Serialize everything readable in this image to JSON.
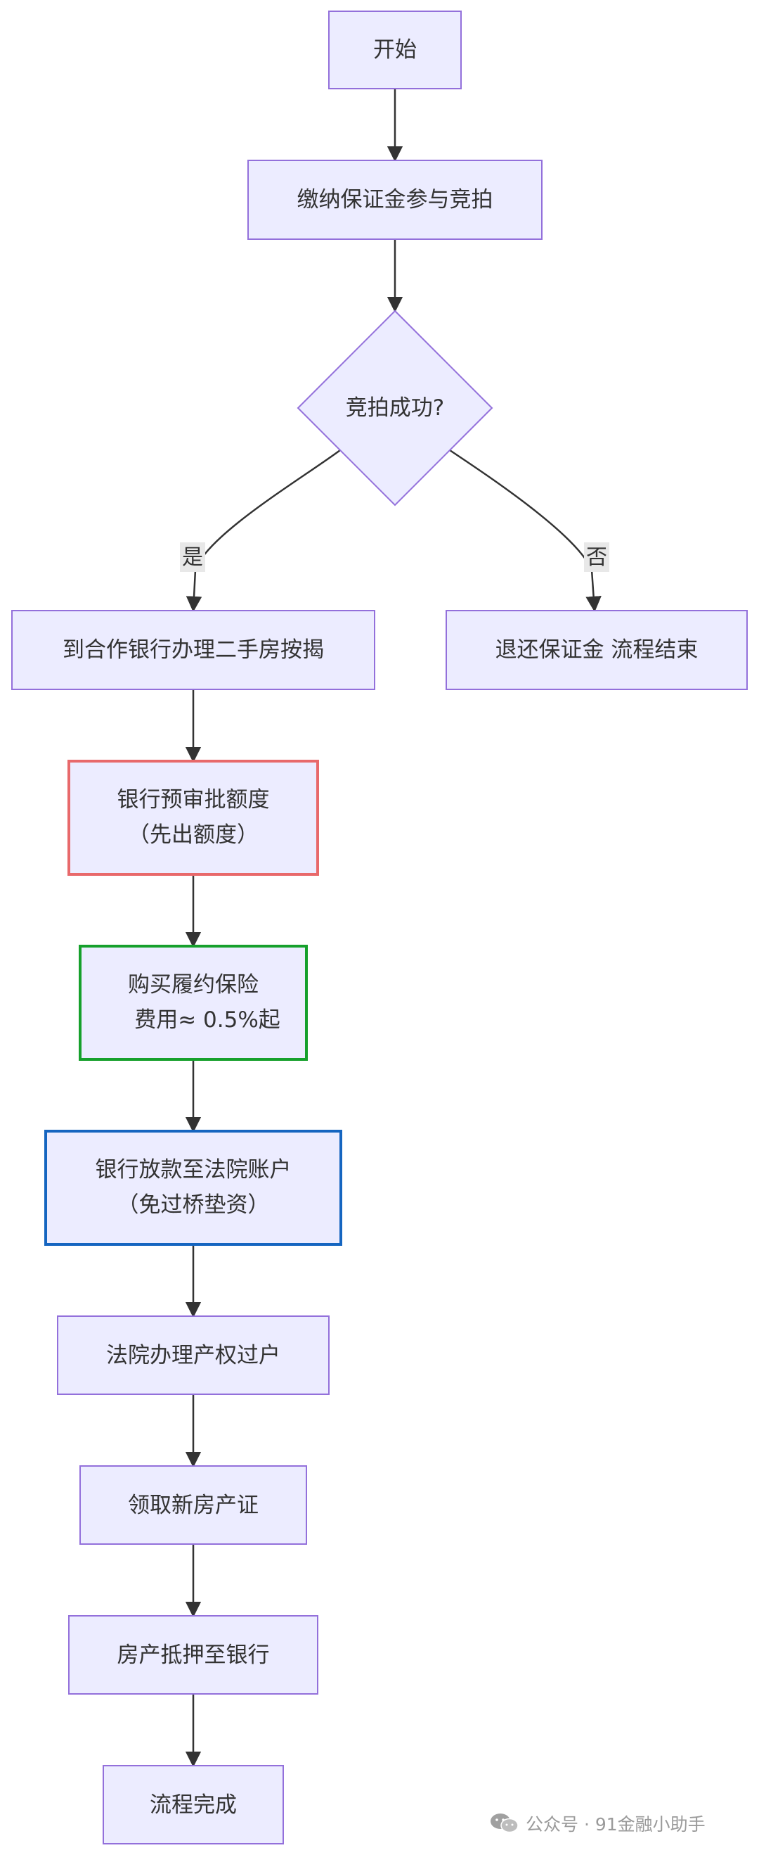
{
  "nodes": {
    "start": "开始",
    "deposit": "缴纳保证金参与竞拍",
    "decision": "竞拍成功?",
    "mortgage": "到合作银行办理二手房按揭",
    "refund": "退还保证金 流程结束",
    "preapproval_line1": "银行预审批额度",
    "preapproval_line2": "（先出额度）",
    "insurance_line1": "购买履约保险",
    "insurance_line2": "费用≈ 0.5%起",
    "loan_line1": "银行放款至法院账户",
    "loan_line2": "（免过桥垫资）",
    "transfer": "法院办理产权过户",
    "certificate": "领取新房产证",
    "pledge": "房产抵押至银行",
    "done": "流程完成"
  },
  "edges": {
    "yes": "是",
    "no": "否"
  },
  "colors": {
    "node_fill": "#ececff",
    "node_stroke": "#9370db",
    "preapproval_stroke": "#e8696b",
    "insurance_stroke": "#16a02c",
    "loan_stroke": "#1565c0",
    "edge": "#333333",
    "edge_label_bg": "#e8e8e8"
  },
  "watermark": {
    "text": "公众号 · 91金融小助手",
    "icon": "wechat-icon"
  }
}
